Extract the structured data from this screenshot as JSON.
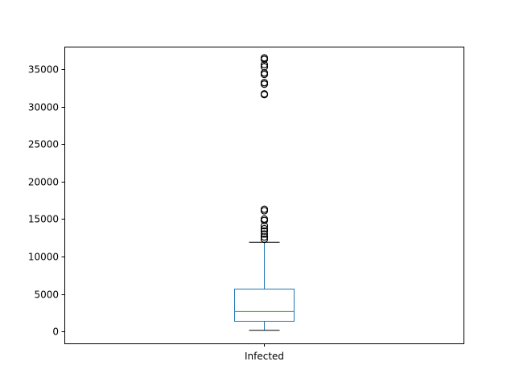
{
  "chart_data": {
    "type": "box",
    "categories": [
      "Infected"
    ],
    "ylim": [
      -1600,
      38000
    ],
    "yticks": [
      0,
      5000,
      10000,
      15000,
      20000,
      25000,
      30000,
      35000
    ],
    "ytick_labels": [
      "0",
      "5000",
      "10000",
      "15000",
      "20000",
      "25000",
      "30000",
      "35000"
    ],
    "xtick_labels": [
      "Infected"
    ],
    "grid": false,
    "boxes": [
      {
        "name": "Infected",
        "whisker_low": 150,
        "q1": 1350,
        "median": 2650,
        "q3": 5650,
        "whisker_high": 11900,
        "outliers": [
          12300,
          12600,
          13000,
          13400,
          13700,
          14100,
          14800,
          15000,
          16100,
          16300,
          31600,
          31700,
          33000,
          33200,
          34300,
          34500,
          35300,
          35600,
          36300,
          36500
        ]
      }
    ],
    "colors": {
      "box": "#1f77b4",
      "median": "#2ca02c",
      "whisker": "#1f77b4",
      "cap": "#000000",
      "flier": "#000000"
    }
  }
}
